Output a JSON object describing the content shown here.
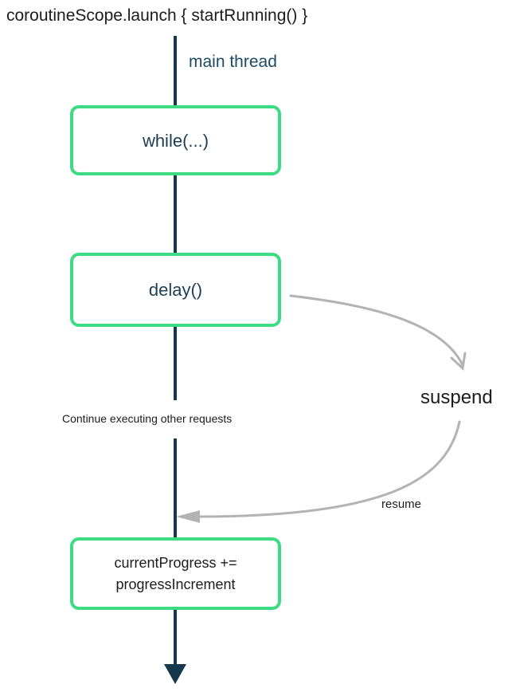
{
  "header": {
    "code": "coroutineScope.launch { startRunning() }"
  },
  "labels": {
    "thread": "main thread",
    "continue_note": "Continue executing other requests",
    "suspend": "suspend",
    "resume": "resume"
  },
  "boxes": [
    {
      "label": "while(...)"
    },
    {
      "label": "delay()"
    },
    {
      "label": "currentProgress +=\nprogressIncrement"
    }
  ],
  "colors": {
    "line_color": "#16384c",
    "box_border_color": "#3ddc84",
    "box_text_color": "#1d3e54",
    "thread_text_color": "#1c4a63",
    "curve_color": "#b3b3b3",
    "text_color": "#1c1c1c"
  }
}
